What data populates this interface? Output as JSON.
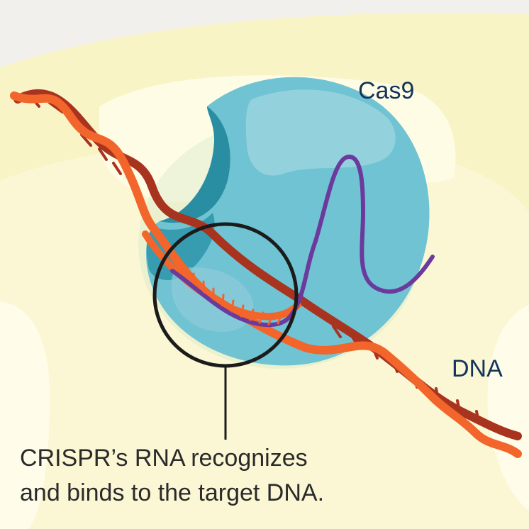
{
  "labels": {
    "cas9": "Cas9",
    "dna": "DNA"
  },
  "caption": {
    "line1": "CRISPR’s RNA recognizes",
    "line2": "and binds to the target DNA."
  },
  "colors": {
    "background": "#f1f0ec",
    "cell_outer": "#f9f4c5",
    "cell_inner": "#fbf7d4",
    "protein": "#6fc3d3",
    "protein_dark": "#2a8ea3",
    "dna_front": "#f2652b",
    "dna_back": "#a8331f",
    "rna": "#6b3a9c",
    "callout": "#1b1b1b",
    "label_text": "#12345b",
    "caption_text": "#2a2a2a"
  }
}
